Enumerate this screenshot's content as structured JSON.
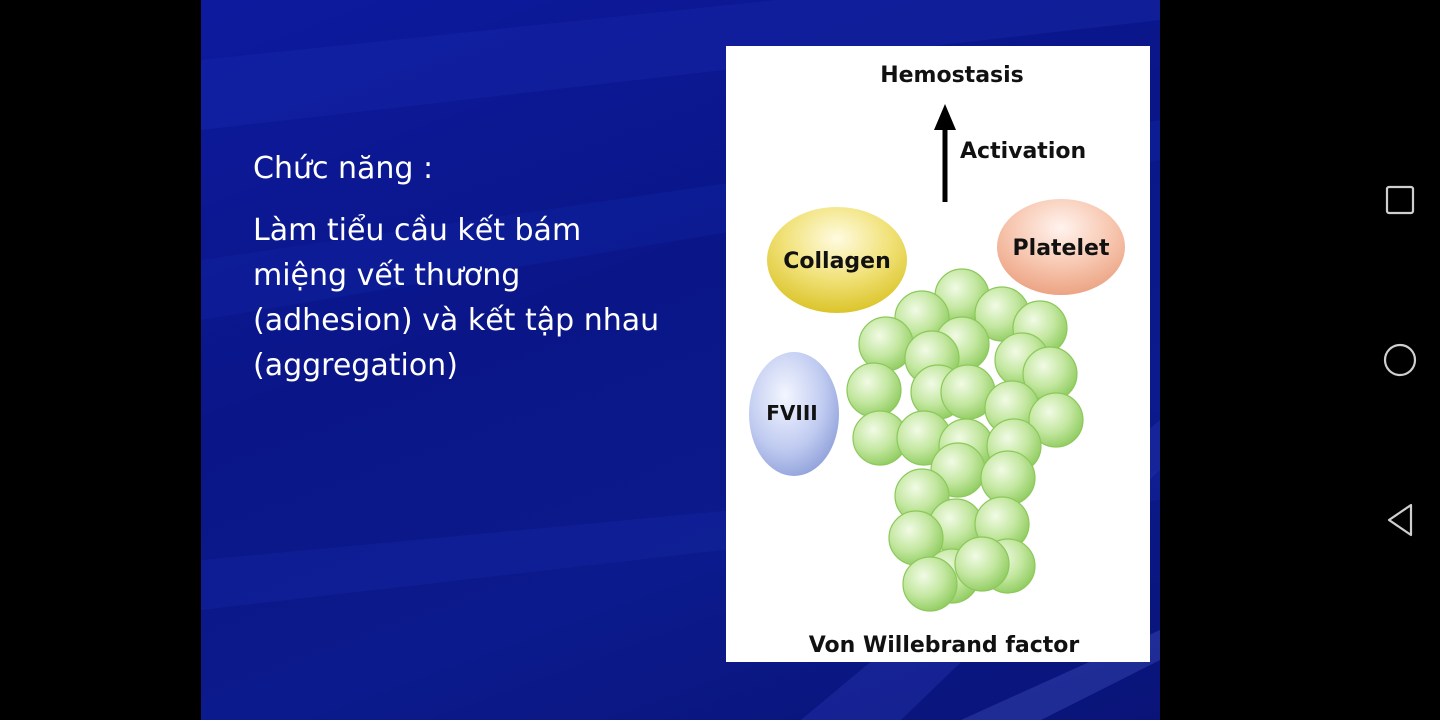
{
  "slide": {
    "heading": "Chức năng :",
    "body_lines": [
      "Làm tiểu cầu kết bám",
      "miệng vết thương",
      "(adhesion) và kết tập nhau",
      "(aggregation)"
    ]
  },
  "figure": {
    "top_label": "Hemostasis",
    "arrow_label": "Activation",
    "collagen_label": "Collagen",
    "platelet_label": "Platelet",
    "fviii_label": "FVIII",
    "caption": "Von Willebrand factor"
  },
  "navbar": {
    "recents_icon": "square-icon",
    "home_icon": "circle-icon",
    "back_icon": "triangle-back-icon"
  },
  "colors": {
    "slide_background": "#0b1a8e",
    "sphere_green": "#b5e08c",
    "collagen_yellow": "#e6d23a",
    "platelet_salmon": "#f4b79a",
    "fviii_blue": "#9fb0e0"
  }
}
